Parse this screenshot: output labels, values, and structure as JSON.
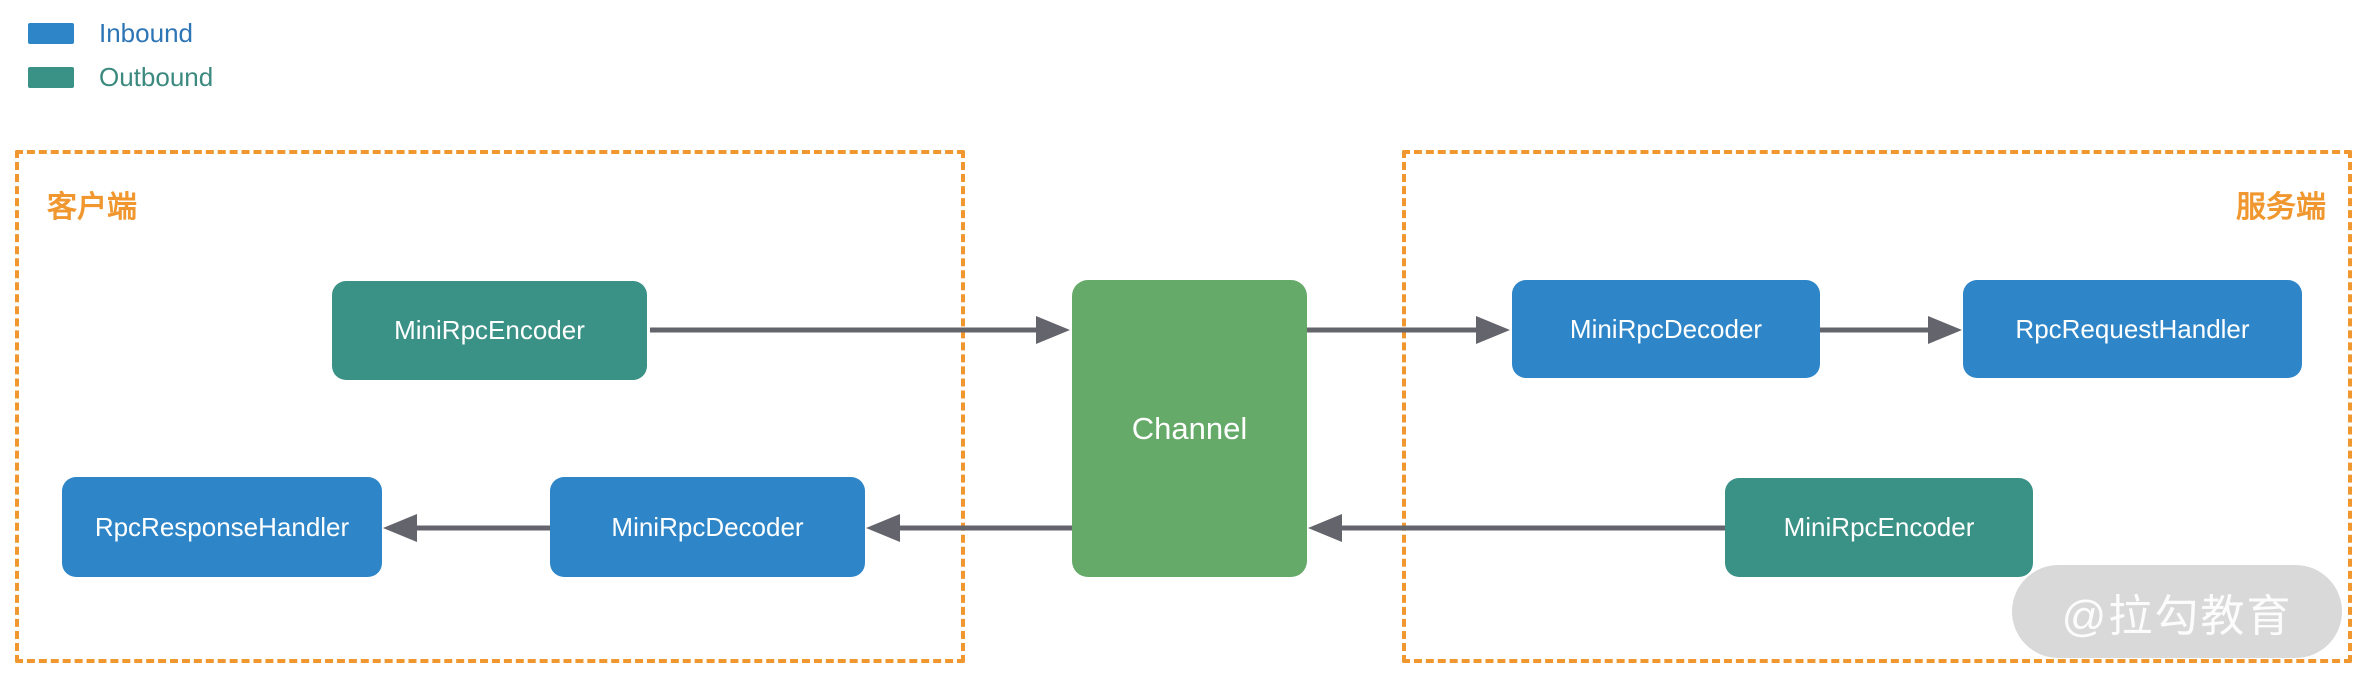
{
  "diagram": {
    "legend": {
      "items": [
        {
          "label": "Inbound",
          "color": "#2e86c8",
          "text_color": "#2e75b6"
        },
        {
          "label": "Outbound",
          "color": "#3a9186",
          "text_color": "#3c8a7f"
        }
      ]
    },
    "groups": {
      "client": {
        "label": "客户端"
      },
      "server": {
        "label": "服务端"
      }
    },
    "nodes": {
      "client_encoder": {
        "label": "MiniRpcEncoder",
        "direction": "outbound"
      },
      "client_decoder": {
        "label": "MiniRpcDecoder",
        "direction": "inbound"
      },
      "response_handler": {
        "label": "RpcResponseHandler",
        "direction": "inbound"
      },
      "channel": {
        "label": "Channel"
      },
      "server_decoder": {
        "label": "MiniRpcDecoder",
        "direction": "inbound"
      },
      "request_handler": {
        "label": "RpcRequestHandler",
        "direction": "inbound"
      },
      "server_encoder": {
        "label": "MiniRpcEncoder",
        "direction": "outbound"
      }
    },
    "edges": [
      {
        "from": "client_encoder",
        "to": "channel"
      },
      {
        "from": "channel",
        "to": "server_decoder"
      },
      {
        "from": "server_decoder",
        "to": "request_handler"
      },
      {
        "from": "server_encoder",
        "to": "channel"
      },
      {
        "from": "channel",
        "to": "client_decoder"
      },
      {
        "from": "client_decoder",
        "to": "response_handler"
      }
    ],
    "colors": {
      "inbound": "#2e86c8",
      "outbound": "#3a9186",
      "channel": "#65aa68",
      "group_border": "#f0982f",
      "arrow": "#64646c"
    },
    "watermark": "@拉勾教育"
  }
}
